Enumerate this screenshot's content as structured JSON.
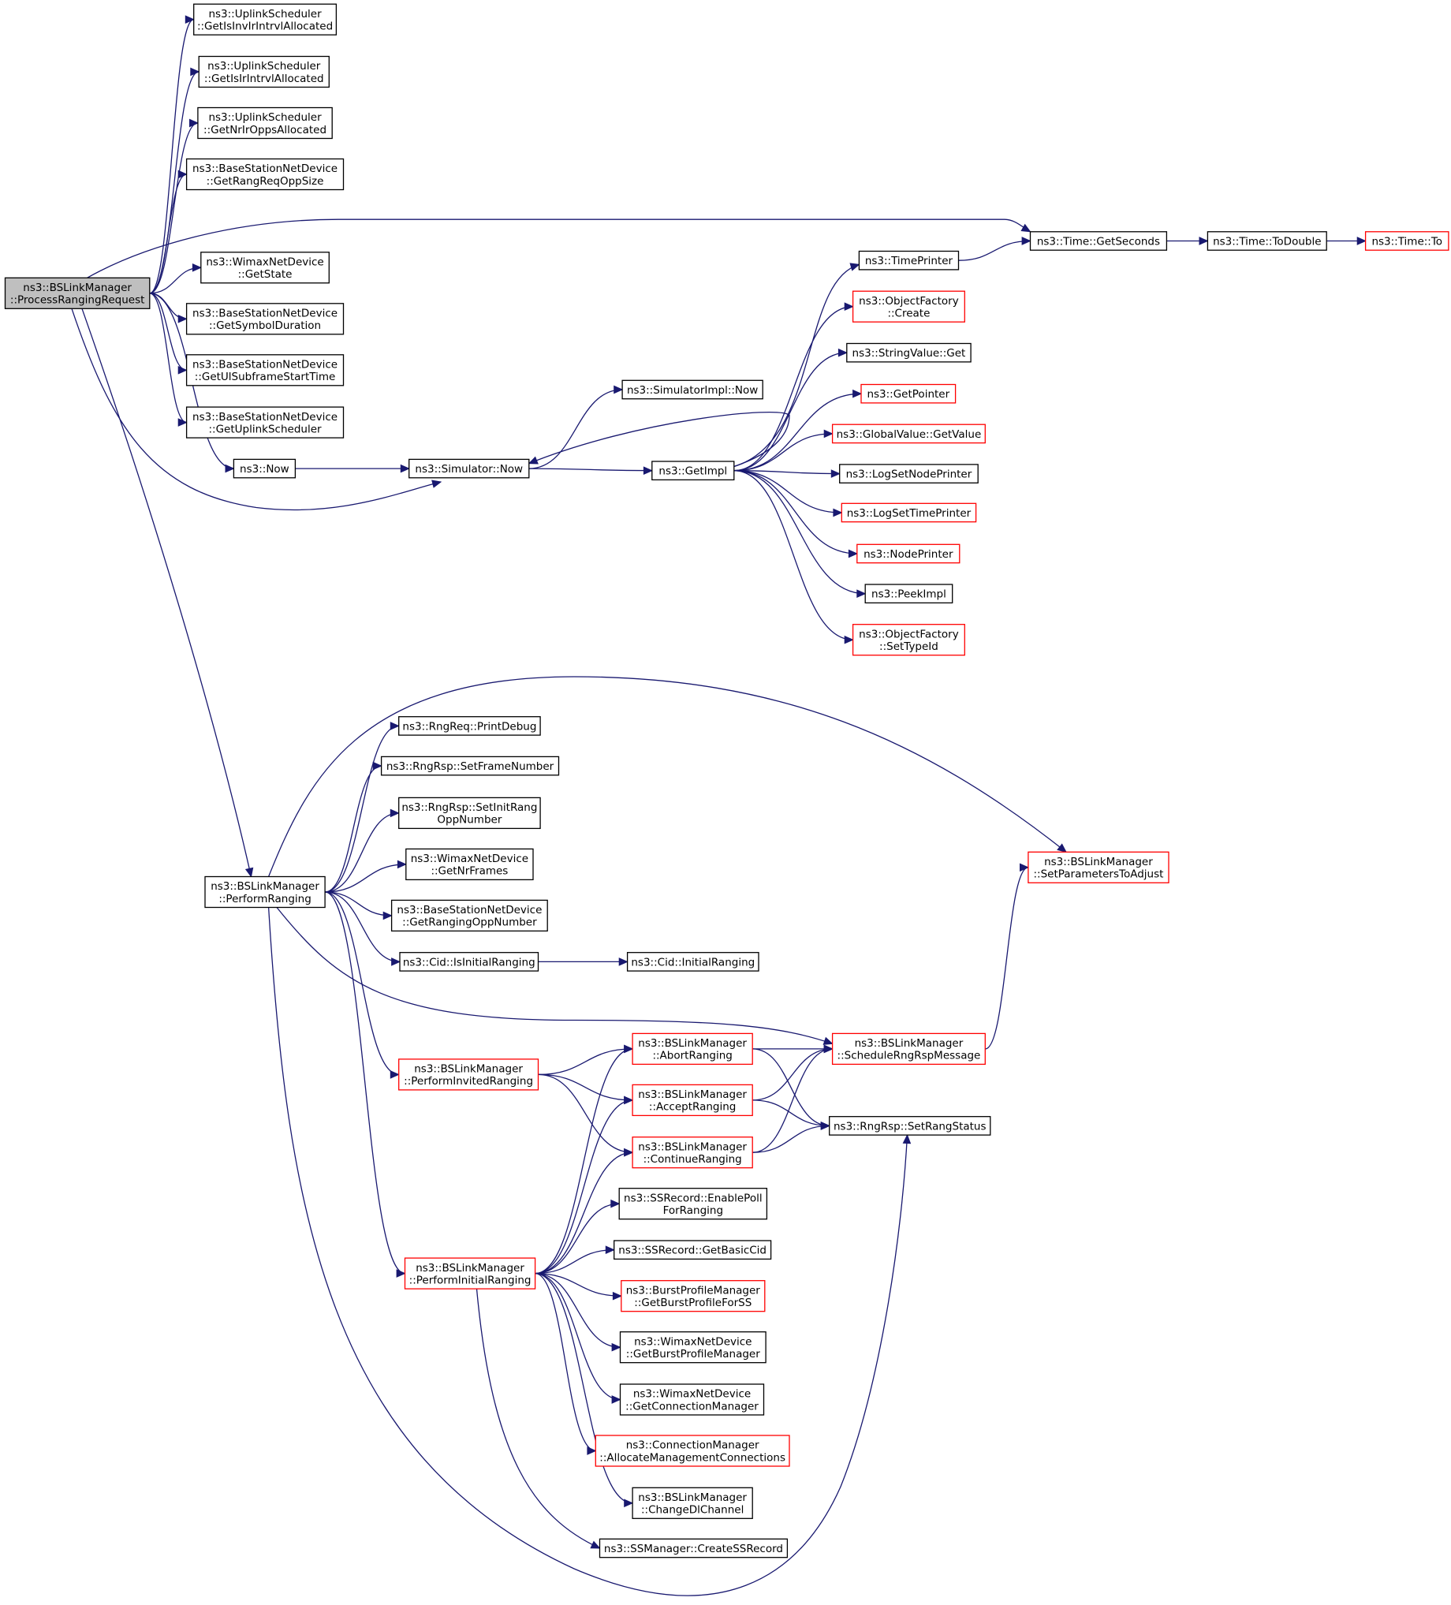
{
  "colors": {
    "edge": "#191970",
    "node_border": "#000000",
    "node_border_highlight": "#ff0000",
    "root_fill": "#bfbfbf"
  },
  "nodes": [
    {
      "id": "root",
      "lines": [
        "ns3::BSLinkManager",
        "::ProcessRangingRequest"
      ],
      "style": "root"
    },
    {
      "id": "n_invir",
      "lines": [
        "ns3::UplinkScheduler",
        "::GetIsInvIrIntrvlAllocated"
      ],
      "style": "normal"
    },
    {
      "id": "n_isir",
      "lines": [
        "ns3::UplinkScheduler",
        "::GetIsIrIntrvlAllocated"
      ],
      "style": "normal"
    },
    {
      "id": "n_nrir",
      "lines": [
        "ns3::UplinkScheduler",
        "::GetNrIrOppsAllocated"
      ],
      "style": "normal"
    },
    {
      "id": "n_rangreq",
      "lines": [
        "ns3::BaseStationNetDevice",
        "::GetRangReqOppSize"
      ],
      "style": "normal"
    },
    {
      "id": "n_getstate",
      "lines": [
        "ns3::WimaxNetDevice",
        "::GetState"
      ],
      "style": "normal"
    },
    {
      "id": "n_symdur",
      "lines": [
        "ns3::BaseStationNetDevice",
        "::GetSymbolDuration"
      ],
      "style": "normal"
    },
    {
      "id": "n_ulsub",
      "lines": [
        "ns3::BaseStationNetDevice",
        "::GetUlSubframeStartTime"
      ],
      "style": "normal"
    },
    {
      "id": "n_upsched",
      "lines": [
        "ns3::BaseStationNetDevice",
        "::GetUplinkScheduler"
      ],
      "style": "normal"
    },
    {
      "id": "n_now",
      "lines": [
        "ns3::Now"
      ],
      "style": "normal"
    },
    {
      "id": "n_simnow",
      "lines": [
        "ns3::Simulator::Now"
      ],
      "style": "normal"
    },
    {
      "id": "n_simimplnow",
      "lines": [
        "ns3::SimulatorImpl::Now"
      ],
      "style": "normal"
    },
    {
      "id": "n_getimpl",
      "lines": [
        "ns3::GetImpl"
      ],
      "style": "normal"
    },
    {
      "id": "n_timeprinter",
      "lines": [
        "ns3::TimePrinter"
      ],
      "style": "normal"
    },
    {
      "id": "n_ofcreate",
      "lines": [
        "ns3::ObjectFactory",
        "::Create"
      ],
      "style": "red"
    },
    {
      "id": "n_strget",
      "lines": [
        "ns3::StringValue::Get"
      ],
      "style": "normal"
    },
    {
      "id": "n_getpointer",
      "lines": [
        "ns3::GetPointer"
      ],
      "style": "red"
    },
    {
      "id": "n_gvget",
      "lines": [
        "ns3::GlobalValue::GetValue"
      ],
      "style": "red"
    },
    {
      "id": "n_lognode",
      "lines": [
        "ns3::LogSetNodePrinter"
      ],
      "style": "normal"
    },
    {
      "id": "n_logtime",
      "lines": [
        "ns3::LogSetTimePrinter"
      ],
      "style": "red"
    },
    {
      "id": "n_nodeprinter",
      "lines": [
        "ns3::NodePrinter"
      ],
      "style": "red"
    },
    {
      "id": "n_peekimpl",
      "lines": [
        "ns3::PeekImpl"
      ],
      "style": "normal"
    },
    {
      "id": "n_ofsettype",
      "lines": [
        "ns3::ObjectFactory",
        "::SetTypeId"
      ],
      "style": "red"
    },
    {
      "id": "n_getseconds",
      "lines": [
        "ns3::Time::GetSeconds"
      ],
      "style": "normal"
    },
    {
      "id": "n_todouble",
      "lines": [
        "ns3::Time::ToDouble"
      ],
      "style": "normal"
    },
    {
      "id": "n_to",
      "lines": [
        "ns3::Time::To"
      ],
      "style": "red"
    },
    {
      "id": "n_perform",
      "lines": [
        "ns3::BSLinkManager",
        "::PerformRanging"
      ],
      "style": "normal"
    },
    {
      "id": "n_printdebug",
      "lines": [
        "ns3::RngReq::PrintDebug"
      ],
      "style": "normal"
    },
    {
      "id": "n_setframe",
      "lines": [
        "ns3::RngRsp::SetFrameNumber"
      ],
      "style": "normal"
    },
    {
      "id": "n_setinit",
      "lines": [
        "ns3::RngRsp::SetInitRang",
        "OppNumber"
      ],
      "style": "normal"
    },
    {
      "id": "n_nrframes",
      "lines": [
        "ns3::WimaxNetDevice",
        "::GetNrFrames"
      ],
      "style": "normal"
    },
    {
      "id": "n_rangopp",
      "lines": [
        "ns3::BaseStationNetDevice",
        "::GetRangingOppNumber"
      ],
      "style": "normal"
    },
    {
      "id": "n_isinit",
      "lines": [
        "ns3::Cid::IsInitialRanging"
      ],
      "style": "normal"
    },
    {
      "id": "n_initrang",
      "lines": [
        "ns3::Cid::InitialRanging"
      ],
      "style": "normal"
    },
    {
      "id": "n_setparams",
      "lines": [
        "ns3::BSLinkManager",
        "::SetParametersToAdjust"
      ],
      "style": "red"
    },
    {
      "id": "n_schedrsp",
      "lines": [
        "ns3::BSLinkManager",
        "::ScheduleRngRspMessage"
      ],
      "style": "red"
    },
    {
      "id": "n_setrang",
      "lines": [
        "ns3::RngRsp::SetRangStatus"
      ],
      "style": "normal"
    },
    {
      "id": "n_invited",
      "lines": [
        "ns3::BSLinkManager",
        "::PerformInvitedRanging"
      ],
      "style": "red"
    },
    {
      "id": "n_abort",
      "lines": [
        "ns3::BSLinkManager",
        "::AbortRanging"
      ],
      "style": "red"
    },
    {
      "id": "n_accept",
      "lines": [
        "ns3::BSLinkManager",
        "::AcceptRanging"
      ],
      "style": "red"
    },
    {
      "id": "n_continue",
      "lines": [
        "ns3::BSLinkManager",
        "::ContinueRanging"
      ],
      "style": "red"
    },
    {
      "id": "n_enablepoll",
      "lines": [
        "ns3::SSRecord::EnablePoll",
        "ForRanging"
      ],
      "style": "normal"
    },
    {
      "id": "n_basiccid",
      "lines": [
        "ns3::SSRecord::GetBasicCid"
      ],
      "style": "normal"
    },
    {
      "id": "n_burstss",
      "lines": [
        "ns3::BurstProfileManager",
        "::GetBurstProfileForSS"
      ],
      "style": "red"
    },
    {
      "id": "n_burstmgr",
      "lines": [
        "ns3::WimaxNetDevice",
        "::GetBurstProfileManager"
      ],
      "style": "normal"
    },
    {
      "id": "n_connmgr",
      "lines": [
        "ns3::WimaxNetDevice",
        "::GetConnectionManager"
      ],
      "style": "normal"
    },
    {
      "id": "n_allocmgmt",
      "lines": [
        "ns3::ConnectionManager",
        "::AllocateManagementConnections"
      ],
      "style": "red"
    },
    {
      "id": "n_changedl",
      "lines": [
        "ns3::BSLinkManager",
        "::ChangeDlChannel"
      ],
      "style": "normal"
    },
    {
      "id": "n_createss",
      "lines": [
        "ns3::SSManager::CreateSSRecord"
      ],
      "style": "normal"
    },
    {
      "id": "n_initial",
      "lines": [
        "ns3::BSLinkManager",
        "::PerformInitialRanging"
      ],
      "style": "red"
    }
  ],
  "edges": [
    {
      "from": "root",
      "to": "n_invir"
    },
    {
      "from": "root",
      "to": "n_isir"
    },
    {
      "from": "root",
      "to": "n_nrir"
    },
    {
      "from": "root",
      "to": "n_rangreq"
    },
    {
      "from": "root",
      "to": "n_getseconds"
    },
    {
      "from": "root",
      "to": "n_getstate"
    },
    {
      "from": "root",
      "to": "n_symdur"
    },
    {
      "from": "root",
      "to": "n_ulsub"
    },
    {
      "from": "root",
      "to": "n_upsched"
    },
    {
      "from": "root",
      "to": "n_now"
    },
    {
      "from": "root",
      "to": "n_simnow"
    },
    {
      "from": "root",
      "to": "n_perform"
    },
    {
      "from": "n_now",
      "to": "n_simnow"
    },
    {
      "from": "n_simnow",
      "to": "n_simimplnow"
    },
    {
      "from": "n_simnow",
      "to": "n_getimpl"
    },
    {
      "from": "n_getimpl",
      "to": "n_simnow"
    },
    {
      "from": "n_getimpl",
      "to": "n_timeprinter"
    },
    {
      "from": "n_getimpl",
      "to": "n_ofcreate"
    },
    {
      "from": "n_getimpl",
      "to": "n_strget"
    },
    {
      "from": "n_getimpl",
      "to": "n_getpointer"
    },
    {
      "from": "n_getimpl",
      "to": "n_gvget"
    },
    {
      "from": "n_getimpl",
      "to": "n_lognode"
    },
    {
      "from": "n_getimpl",
      "to": "n_logtime"
    },
    {
      "from": "n_getimpl",
      "to": "n_nodeprinter"
    },
    {
      "from": "n_getimpl",
      "to": "n_peekimpl"
    },
    {
      "from": "n_getimpl",
      "to": "n_ofsettype"
    },
    {
      "from": "n_timeprinter",
      "to": "n_getseconds"
    },
    {
      "from": "n_getseconds",
      "to": "n_todouble"
    },
    {
      "from": "n_todouble",
      "to": "n_to"
    },
    {
      "from": "n_perform",
      "to": "n_setparams"
    },
    {
      "from": "n_perform",
      "to": "n_printdebug"
    },
    {
      "from": "n_perform",
      "to": "n_setframe"
    },
    {
      "from": "n_perform",
      "to": "n_setinit"
    },
    {
      "from": "n_perform",
      "to": "n_nrframes"
    },
    {
      "from": "n_perform",
      "to": "n_rangopp"
    },
    {
      "from": "n_perform",
      "to": "n_isinit"
    },
    {
      "from": "n_perform",
      "to": "n_schedrsp"
    },
    {
      "from": "n_perform",
      "to": "n_invited"
    },
    {
      "from": "n_perform",
      "to": "n_initial"
    },
    {
      "from": "n_perform",
      "to": "n_setrang"
    },
    {
      "from": "n_isinit",
      "to": "n_initrang"
    },
    {
      "from": "n_schedrsp",
      "to": "n_setparams"
    },
    {
      "from": "n_invited",
      "to": "n_abort"
    },
    {
      "from": "n_invited",
      "to": "n_accept"
    },
    {
      "from": "n_invited",
      "to": "n_continue"
    },
    {
      "from": "n_abort",
      "to": "n_schedrsp"
    },
    {
      "from": "n_abort",
      "to": "n_setrang"
    },
    {
      "from": "n_accept",
      "to": "n_schedrsp"
    },
    {
      "from": "n_accept",
      "to": "n_setrang"
    },
    {
      "from": "n_continue",
      "to": "n_schedrsp"
    },
    {
      "from": "n_continue",
      "to": "n_setrang"
    },
    {
      "from": "n_initial",
      "to": "n_abort"
    },
    {
      "from": "n_initial",
      "to": "n_accept"
    },
    {
      "from": "n_initial",
      "to": "n_continue"
    },
    {
      "from": "n_initial",
      "to": "n_enablepoll"
    },
    {
      "from": "n_initial",
      "to": "n_basiccid"
    },
    {
      "from": "n_initial",
      "to": "n_burstss"
    },
    {
      "from": "n_initial",
      "to": "n_burstmgr"
    },
    {
      "from": "n_initial",
      "to": "n_connmgr"
    },
    {
      "from": "n_initial",
      "to": "n_allocmgmt"
    },
    {
      "from": "n_initial",
      "to": "n_changedl"
    },
    {
      "from": "n_initial",
      "to": "n_createss"
    }
  ]
}
